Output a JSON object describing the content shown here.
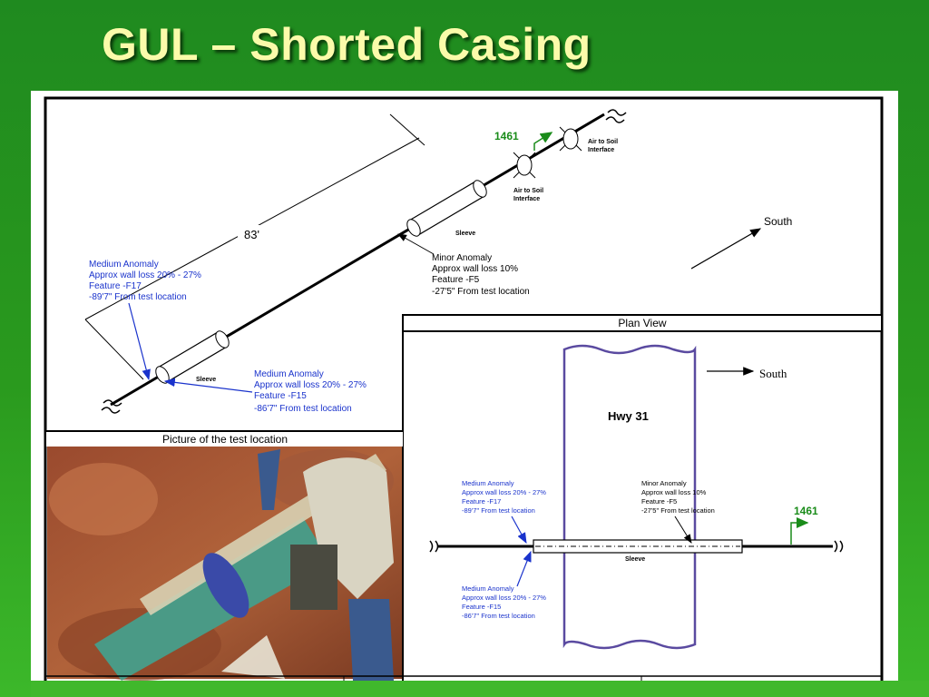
{
  "slide": {
    "title": "GUL – Shorted Casing"
  },
  "isometric_view": {
    "distance_label": "83'",
    "direction_label": "South",
    "test_station_label": "1461",
    "air_to_soil_1": [
      "Air to Soil",
      "Interface"
    ],
    "air_to_soil_2": [
      "Air to Soil",
      "Interface"
    ],
    "sleeve_upper": "Sleeve",
    "sleeve_lower": "Sleeve",
    "medium_anomaly_f17": [
      "Medium Anomaly",
      "Approx wall loss 20% - 27%",
      "Feature -F17",
      "-89'7\" From test location"
    ],
    "minor_anomaly_f5": [
      "Minor Anomaly",
      "Approx wall loss 10%",
      "Feature -F5",
      "-27'5\" From test location"
    ],
    "medium_anomaly_f15": [
      "Medium Anomaly",
      "Approx wall loss 20% - 27%",
      "Feature -F15",
      "-86'7\" From test location"
    ]
  },
  "photo": {
    "caption": "Picture of the test location"
  },
  "plan_view": {
    "title": "Plan View",
    "road_label": "Hwy 31",
    "direction_label": "South",
    "test_station_label": "1461",
    "sleeve_label": "Sleeve",
    "medium_anomaly_f17": [
      "Medium Anomaly",
      "Approx wall loss 20% - 27%",
      "Feature -F17",
      "-89'7\" From test location"
    ],
    "minor_anomaly_f5": [
      "Minor Anomaly",
      "Approx wall loss 10%",
      "Feature -F5",
      "-27'5\" From test location"
    ],
    "medium_anomaly_f15": [
      "Medium Anomaly",
      "Approx wall loss 20% - 27%",
      "Feature -F15",
      "-86'7\" From test location"
    ]
  },
  "colors": {
    "background_green": "#1f8a1f",
    "title_yellow": "#fbfbaa",
    "annotation_blue": "#1a33cc",
    "road_purple": "#5a4aa0"
  }
}
